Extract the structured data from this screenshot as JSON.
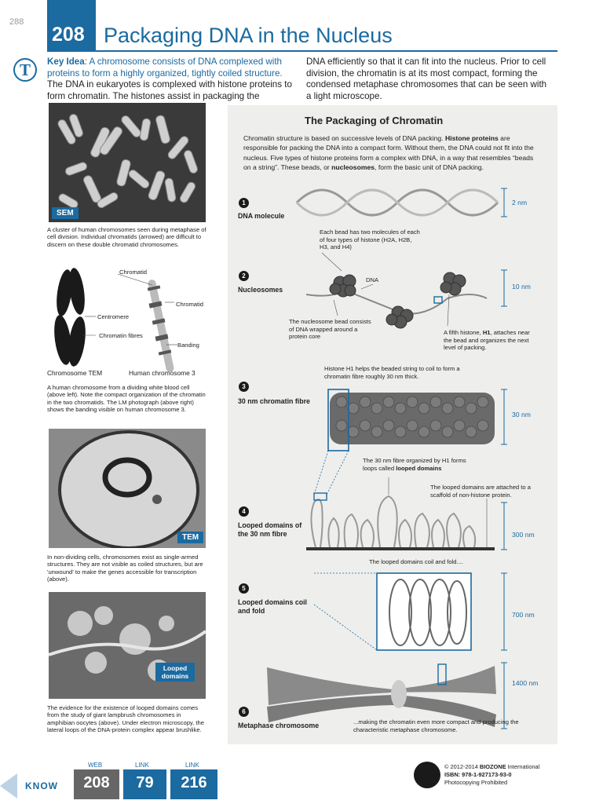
{
  "page_number": "288",
  "activity_number": "208",
  "title": "Packaging DNA in the Nucleus",
  "intro": {
    "key_label": "Key Idea",
    "key_text": ": A chromosome consists of DNA complexed with proteins to form a highly organized, tightly coiled structure.",
    "left_text": "The DNA in eukaryotes is complexed with histone proteins to form chromatin. The histones assist in packaging the",
    "right_text": "DNA efficiently so that it can fit into the nucleus. Prior to cell division, the chromatin is at its most compact, forming the condensed metaphase chromosomes that can be seen with a light microscope."
  },
  "left_column": {
    "sem_tag": "SEM",
    "sem_caption": "A cluster of human chromosomes seen during metaphase of cell division. Individual chromatids (arrowed) are difficult to discern on these double chromatid chromosomes.",
    "chromosome_labels": {
      "chromatid_top": "Chromatid",
      "chromatid_right": "Chromatid",
      "centromere": "Centromere",
      "chromatin_fibres": "Chromatin fibres",
      "banding": "Banding",
      "tem_label": "Chromosome TEM",
      "human3_label": "Human chromosome 3"
    },
    "chromosome_caption": "A human chromosome from a dividing white blood cell (above left). Note the compact organization of the chromatin in the two chromatids. The LM photograph (above right) shows the banding visible on human chromosome 3.",
    "tem_tag": "TEM",
    "nucleus_caption": "In non-dividing cells, chromosomes exist as single-armed structures. They are not visible as coiled structures, but are 'unwound' to make the genes accessible for transcription (above).",
    "looped_tag": "Looped domains",
    "lampbrush_caption": "The evidence for the existence of looped domains comes from the study of giant lampbrush chromosomes in amphibian oocytes (above). Under electron microscopy, the lateral loops of the DNA-protein complex appear brushlike."
  },
  "panel": {
    "title": "The Packaging of Chromatin",
    "desc_1": "Chromatin structure is based on successive levels of DNA packing. ",
    "desc_bold_1": "Histone proteins",
    "desc_2": " are responsible for packing the DNA into a compact form. Without them, the DNA could not fit into the nucleus. Five types of histone proteins form a complex with DNA, in a way that resembles “beads on a string”. These beads, or ",
    "desc_bold_2": "nucleosomes",
    "desc_3": ", form the basic unit of DNA packing.",
    "steps": [
      {
        "num": "1",
        "label": "DNA molecule",
        "measure": "2 nm"
      },
      {
        "num": "2",
        "label": "Nucleosomes",
        "measure": "10 nm"
      },
      {
        "num": "3",
        "label": "30 nm chromatin fibre",
        "measure": "30 nm"
      },
      {
        "num": "4",
        "label": "Looped domains of the 30 nm fibre",
        "measure": "300 nm"
      },
      {
        "num": "5",
        "label": "Looped domains coil and fold",
        "measure": "700 nm"
      },
      {
        "num": "6",
        "label": "Metaphase chromosome",
        "measure": "1400 nm"
      }
    ],
    "notes": {
      "bead_molecules": "Each bead has two molecules of each of four types of histone (H2A, H2B, H3, and H4)",
      "dna": "DNA",
      "nucleosome_bead": "The nucleosome bead consists of DNA wrapped around a protein core",
      "h1_pre": "A fifth histone, ",
      "h1_bold": "H1",
      "h1_post": ", attaches near the bead and organizes the next level of packing.",
      "histone_h1": "Histone H1 helps the beaded string to coil to form a chromatin fibre roughly 30 nm thick.",
      "fibre_loops_pre": "The 30 nm fibre organized by H1 forms loops called ",
      "fibre_loops_bold": "looped domains",
      "scaffold": "The looped domains are attached to a scaffold of non-histone protein.",
      "coil_fold": "The looped domains coil and fold....",
      "metaphase": "...making the chromatin even more compact and producing the characteristic metaphase chromosome."
    }
  },
  "footer": {
    "know": "KNOW",
    "web_label": "WEB",
    "web_num": "208",
    "link1_label": "LINK",
    "link1_num": "79",
    "link2_label": "LINK",
    "link2_num": "216",
    "copyright_pre": "© 2012-2014 ",
    "copyright_bold": "BIOZONE",
    "copyright_post": " International",
    "isbn": "ISBN: 978-1-927173-93-0",
    "photocopy": "Photocopying Prohibited"
  },
  "colors": {
    "accent": "#1b6aa0",
    "panel_bg": "#eeeeec"
  }
}
